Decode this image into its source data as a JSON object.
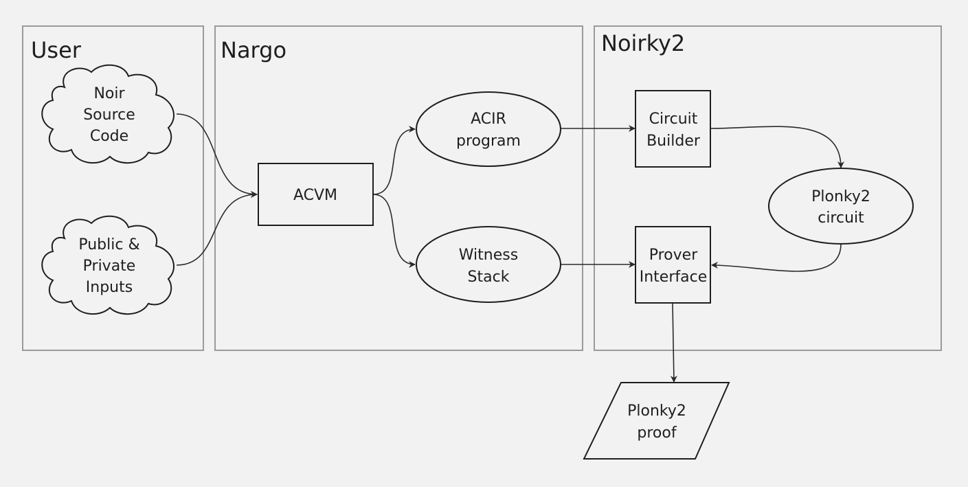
{
  "groups": {
    "user": {
      "title": "User"
    },
    "nargo": {
      "title": "Nargo"
    },
    "noirky2": {
      "title": "Noirky2"
    }
  },
  "nodes": {
    "noir_source": {
      "label": [
        "Noir",
        "Source",
        "Code"
      ],
      "shape": "cloud"
    },
    "inputs": {
      "label": [
        "Public &",
        "Private",
        "Inputs"
      ],
      "shape": "cloud"
    },
    "acvm": {
      "label": [
        "ACVM"
      ],
      "shape": "rectangle"
    },
    "acir": {
      "label": [
        "ACIR",
        "program"
      ],
      "shape": "ellipse"
    },
    "witness": {
      "label": [
        "Witness",
        "Stack"
      ],
      "shape": "ellipse"
    },
    "circuit_builder": {
      "label": [
        "Circuit",
        "Builder"
      ],
      "shape": "rectangle"
    },
    "plonky2_circuit": {
      "label": [
        "Plonky2",
        "circuit"
      ],
      "shape": "ellipse"
    },
    "prover": {
      "label": [
        "Prover",
        "Interface"
      ],
      "shape": "rectangle"
    },
    "plonky2_proof": {
      "label": [
        "Plonky2",
        "proof"
      ],
      "shape": "parallelogram"
    }
  },
  "edges": [
    {
      "from": "noir_source",
      "to": "acvm"
    },
    {
      "from": "inputs",
      "to": "acvm"
    },
    {
      "from": "acvm",
      "to": "acir"
    },
    {
      "from": "acvm",
      "to": "witness"
    },
    {
      "from": "acir",
      "to": "circuit_builder"
    },
    {
      "from": "circuit_builder",
      "to": "plonky2_circuit"
    },
    {
      "from": "plonky2_circuit",
      "to": "prover"
    },
    {
      "from": "witness",
      "to": "prover"
    },
    {
      "from": "prover",
      "to": "plonky2_proof"
    }
  ],
  "colors": {
    "background": "#f2f2f2",
    "stroke": "#1e1e1e",
    "group_border": "#9a9a9a"
  }
}
